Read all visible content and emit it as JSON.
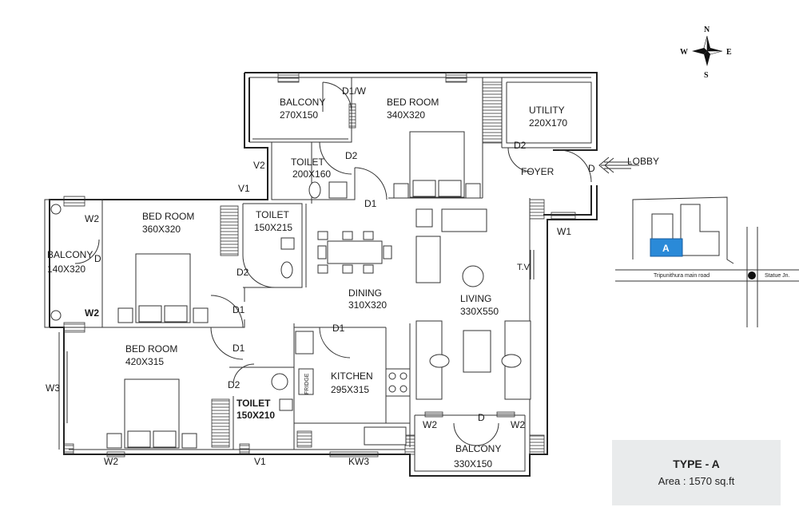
{
  "compass": {
    "n": "N",
    "s": "S",
    "e": "E",
    "w": "W"
  },
  "rooms": {
    "balcony_top": {
      "name": "BALCONY",
      "dims": "270X150"
    },
    "bedroom_top": {
      "name": "BED ROOM",
      "dims": "340X320"
    },
    "utility": {
      "name": "UTILITY",
      "dims": "220X170"
    },
    "toilet_top": {
      "name": "TOILET",
      "dims": "200X160"
    },
    "foyer": {
      "name": "FOYER"
    },
    "lobby": {
      "name": "LOBBY"
    },
    "bedroom_left": {
      "name": "BED ROOM",
      "dims": "360X320"
    },
    "toilet_mid": {
      "name": "TOILET",
      "dims": "150X215"
    },
    "balcony_left": {
      "name": "BALCONY",
      "dims": "140X320"
    },
    "dining": {
      "name": "DINING",
      "dims": "310X320"
    },
    "living": {
      "name": "LIVING",
      "dims": "330X550"
    },
    "bedroom_bottom": {
      "name": "BED ROOM",
      "dims": "420X315"
    },
    "kitchen": {
      "name": "KITCHEN",
      "dims": "295X315"
    },
    "toilet_bottom": {
      "name": "TOILET",
      "dims": "150X210"
    },
    "balcony_bottom": {
      "name": "BALCONY",
      "dims": "330X150"
    }
  },
  "openings": {
    "d1w": "D1/W",
    "d2_top": "D2",
    "v2": "V2",
    "v1_top": "V1",
    "d1_top": "D1",
    "d2_utility": "D2",
    "d_foyer": "D",
    "w1": "W1",
    "w2_left_top": "W2",
    "d_balcony_left": "D",
    "w2_left_bottom": "W2",
    "d2_mid": "D2",
    "d1_mid": "D1",
    "d1_bedroom": "D1",
    "d1_kitchen": "D1",
    "w3": "W3",
    "d2_bottom": "D2",
    "w2_bottom": "W2",
    "v1_bottom": "V1",
    "kw3": "KW3",
    "w2_bal_left": "W2",
    "d_bal": "D",
    "w2_bal_right": "W2",
    "tv": "T.V",
    "fridge": "FRIDGE"
  },
  "location_map": {
    "block_label": "A",
    "road": "Tripunithura main road",
    "junction": "Statue Jn.",
    "highlight_color": "#2a8ad8"
  },
  "info": {
    "type": "TYPE - A",
    "area": "Area : 1570 sq.ft"
  },
  "colors": {
    "wall": "#222222",
    "info_bg": "#e9ebec",
    "highlight": "#2a8ad8"
  }
}
